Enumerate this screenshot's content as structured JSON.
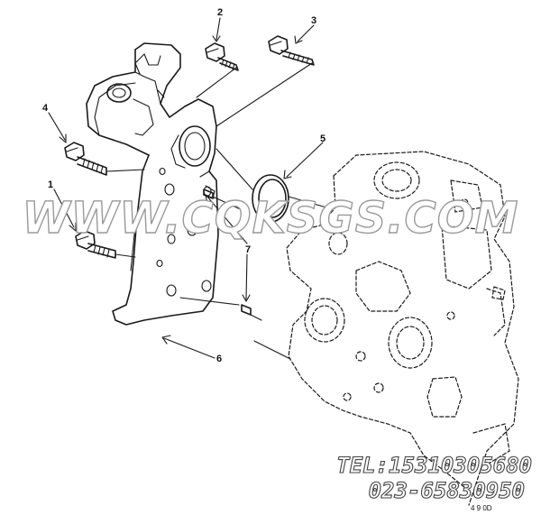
{
  "diagram": {
    "callouts": [
      {
        "id": "1",
        "label": "1"
      },
      {
        "id": "2",
        "label": "2"
      },
      {
        "id": "3",
        "label": "3"
      },
      {
        "id": "4",
        "label": "4"
      },
      {
        "id": "5",
        "label": "5"
      },
      {
        "id": "6",
        "label": "6"
      },
      {
        "id": "7",
        "label": "7"
      }
    ],
    "corner_ref": "4 9 0D"
  },
  "watermark": {
    "text": "WWW.CQKSGS.COM",
    "phone": "TEL:15310305680",
    "phone2": "023-65830950"
  }
}
